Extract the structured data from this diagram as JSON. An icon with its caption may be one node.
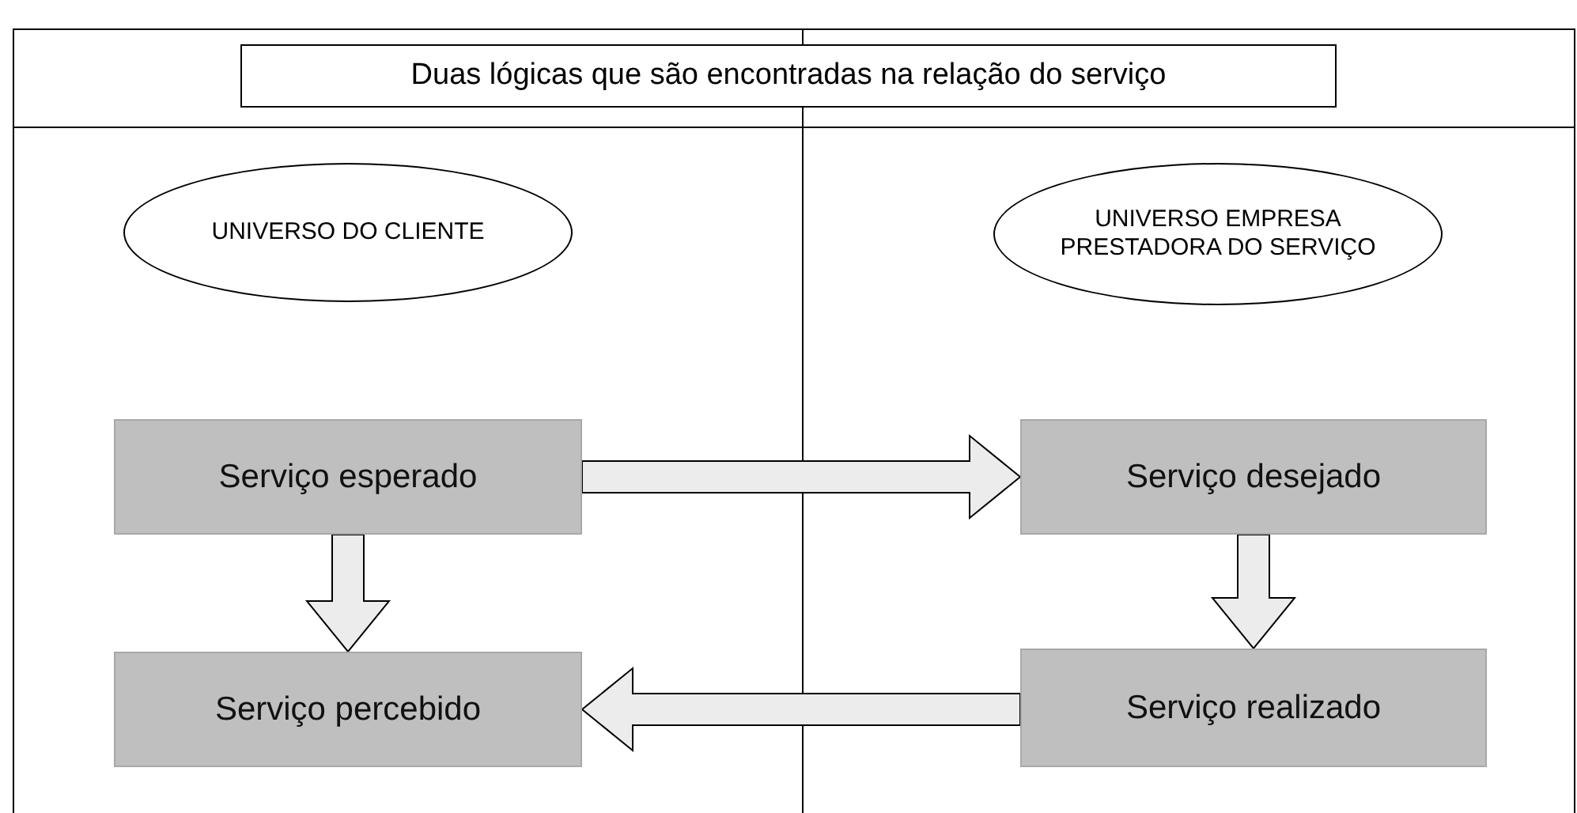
{
  "diagram": {
    "title": "Duas lógicas que são encontradas na relação do serviço",
    "nodes": [
      {
        "text": [
          "UNIVERSO DO CLIENTE"
        ]
      },
      {
        "text": [
          "UNIVERSO EMPRESA PRESTADORA DO SERVIÇO"
        ]
      },
      {
        "text": [
          "Serviço esperado"
        ]
      },
      {
        "text": [
          "Serviço desejado"
        ]
      },
      {
        "text": [
          "Serviço percebido"
        ]
      },
      {
        "text": [
          "Serviço realizado"
        ]
      }
    ],
    "edges": [
      {
        "from": 2,
        "to": 3,
        "arrow": "to"
      },
      {
        "from": 2,
        "to": 4,
        "arrow": "to"
      },
      {
        "from": 3,
        "to": 5,
        "arrow": "to"
      },
      {
        "from": 5,
        "to": 4,
        "arrow": "to"
      }
    ]
  }
}
